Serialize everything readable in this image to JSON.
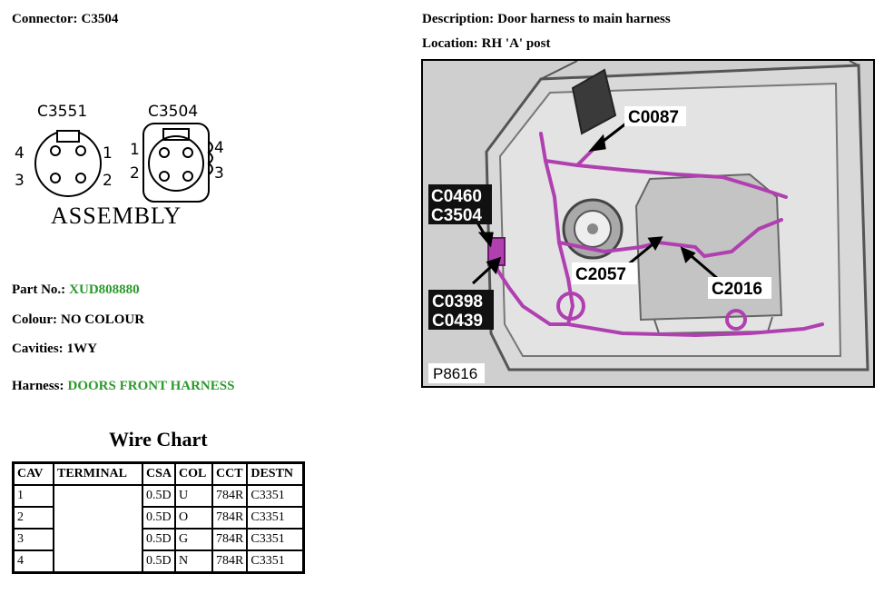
{
  "header": {
    "connector_label": "Connector:",
    "connector_value": "C3504",
    "description_label": "Description:",
    "description_value": "Door harness to main harness",
    "location_label": "Location:",
    "location_value": "RH 'A' post"
  },
  "connector_drawing": {
    "left_name": "C3551",
    "right_name": "C3504",
    "left_pins": [
      "4",
      "1",
      "3",
      "2"
    ],
    "right_pins": [
      "1",
      "4",
      "2",
      "3"
    ],
    "caption": "ASSEMBLY"
  },
  "details": {
    "part_no_label": "Part No.:",
    "part_no_value": "XUD808880",
    "colour_label": "Colour:",
    "colour_value": "NO COLOUR",
    "cavities_label": "Cavities:",
    "cavities_value": "1WY",
    "harness_label": "Harness:",
    "harness_value": "DOORS FRONT HARNESS"
  },
  "wire_chart": {
    "title": "Wire Chart",
    "headers": [
      "CAV",
      "TERMINAL",
      "CSA",
      "COL",
      "CCT",
      "DESTN"
    ],
    "rows": [
      [
        "1",
        "",
        "0.5D",
        "U",
        "784R",
        "C3351"
      ],
      [
        "2",
        "",
        "0.5D",
        "O",
        "784R",
        "C3351"
      ],
      [
        "3",
        "",
        "0.5D",
        "G",
        "784R",
        "C3351"
      ],
      [
        "4",
        "",
        "0.5D",
        "N",
        "784R",
        "C3351"
      ]
    ]
  },
  "diagram": {
    "callouts": {
      "c0087": "C0087",
      "c0460": "C0460",
      "c3504": "C3504",
      "c2057": "C2057",
      "c2016": "C2016",
      "c0398": "C0398",
      "c0439": "C0439"
    },
    "ref": "P8616",
    "colors": {
      "harness": "#b040b0",
      "panel": "#cfcfcf"
    }
  }
}
